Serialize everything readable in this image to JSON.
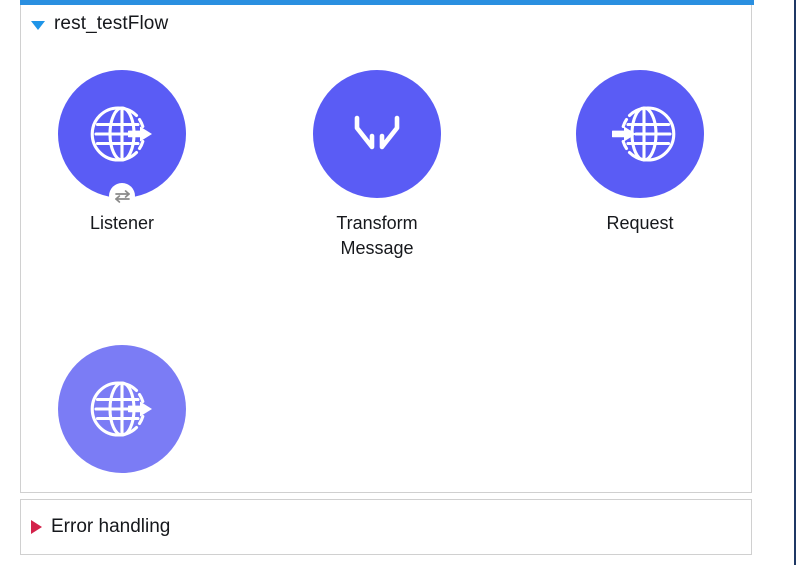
{
  "canvas": {
    "background_color": "#ffffff",
    "accent_bar_color": "#2a8fe0",
    "node_color": "#5a5cf5",
    "node_color_light": "#7b7cf5",
    "connector_color": "#2b2b2b",
    "return_connector_color": "#b9b9b9",
    "divider_color": "#c8c8c8"
  },
  "flow": {
    "title": "rest_testFlow",
    "expander_icon": "triangle-down-icon",
    "expanded": true,
    "nodes": [
      {
        "id": "listener",
        "label": "Listener",
        "icon": "http-listener-globe-icon",
        "badge_icon": "exchange-arrows-icon",
        "color": "#5a5cf5"
      },
      {
        "id": "transform",
        "label": "Transform\nMessage",
        "label_line1": "Transform",
        "label_line2": "Message",
        "icon": "dataweave-transform-icon",
        "color": "#5a5cf5"
      },
      {
        "id": "request",
        "label": "Request",
        "icon": "http-request-globe-icon",
        "color": "#5a5cf5"
      },
      {
        "id": "response",
        "label": "",
        "icon": "http-listener-response-globe-icon",
        "color": "#7b7cf5"
      }
    ],
    "connectors": [
      {
        "from": "listener",
        "to": "transform",
        "style": "solid-arrow"
      },
      {
        "from": "transform",
        "to": "request",
        "style": "solid-arrow"
      },
      {
        "from": "request",
        "to": "response",
        "style": "return-arrow"
      }
    ],
    "source_boundary": {
      "style": "dashed-vertical"
    }
  },
  "error_handling": {
    "title": "Error handling",
    "expander_icon": "triangle-right-icon",
    "expanded": false,
    "expander_color": "#d3224a"
  }
}
